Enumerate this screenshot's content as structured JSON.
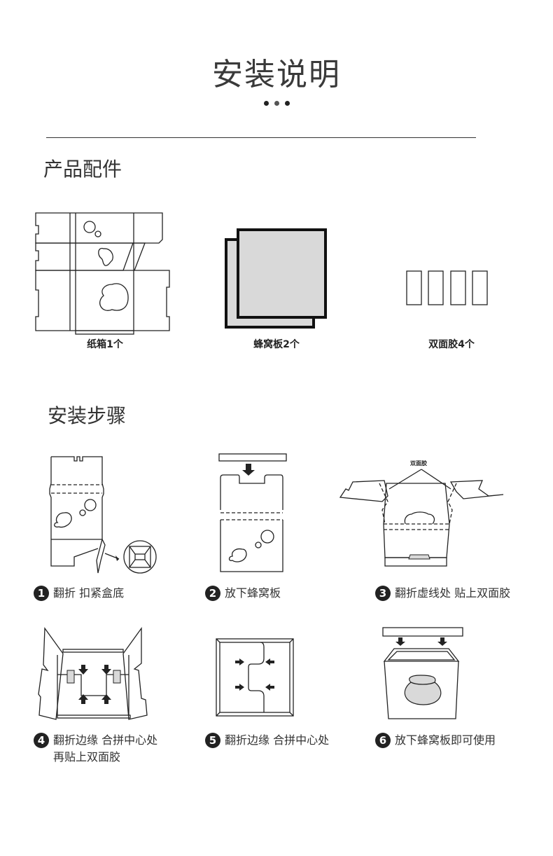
{
  "header": {
    "title": "安装说明"
  },
  "parts_section": {
    "title": "产品配件",
    "items": [
      {
        "label": "纸箱1个",
        "icon": "carton-flat-icon"
      },
      {
        "label": "蜂窝板2个",
        "icon": "honeycomb-board-icon"
      },
      {
        "label": "双面胶4个",
        "icon": "double-sided-tape-icon"
      }
    ]
  },
  "steps_section": {
    "title": "安装步骤",
    "annotation": "双面胶",
    "steps": [
      {
        "number": "1",
        "text": "翻折 扣紧盒底"
      },
      {
        "number": "2",
        "text": "放下蜂窝板"
      },
      {
        "number": "3",
        "text": "翻折虚线处 贴上双面胶"
      },
      {
        "number": "4",
        "text": "翻折边缘 合拼中心处",
        "text2": "再贴上双面胶"
      },
      {
        "number": "5",
        "text": "翻折边缘 合拼中心处"
      },
      {
        "number": "6",
        "text": "放下蜂窝板即可使用"
      }
    ]
  },
  "colors": {
    "text": "#333333",
    "line": "#222222",
    "fill_gray": "#d9d9d9"
  }
}
